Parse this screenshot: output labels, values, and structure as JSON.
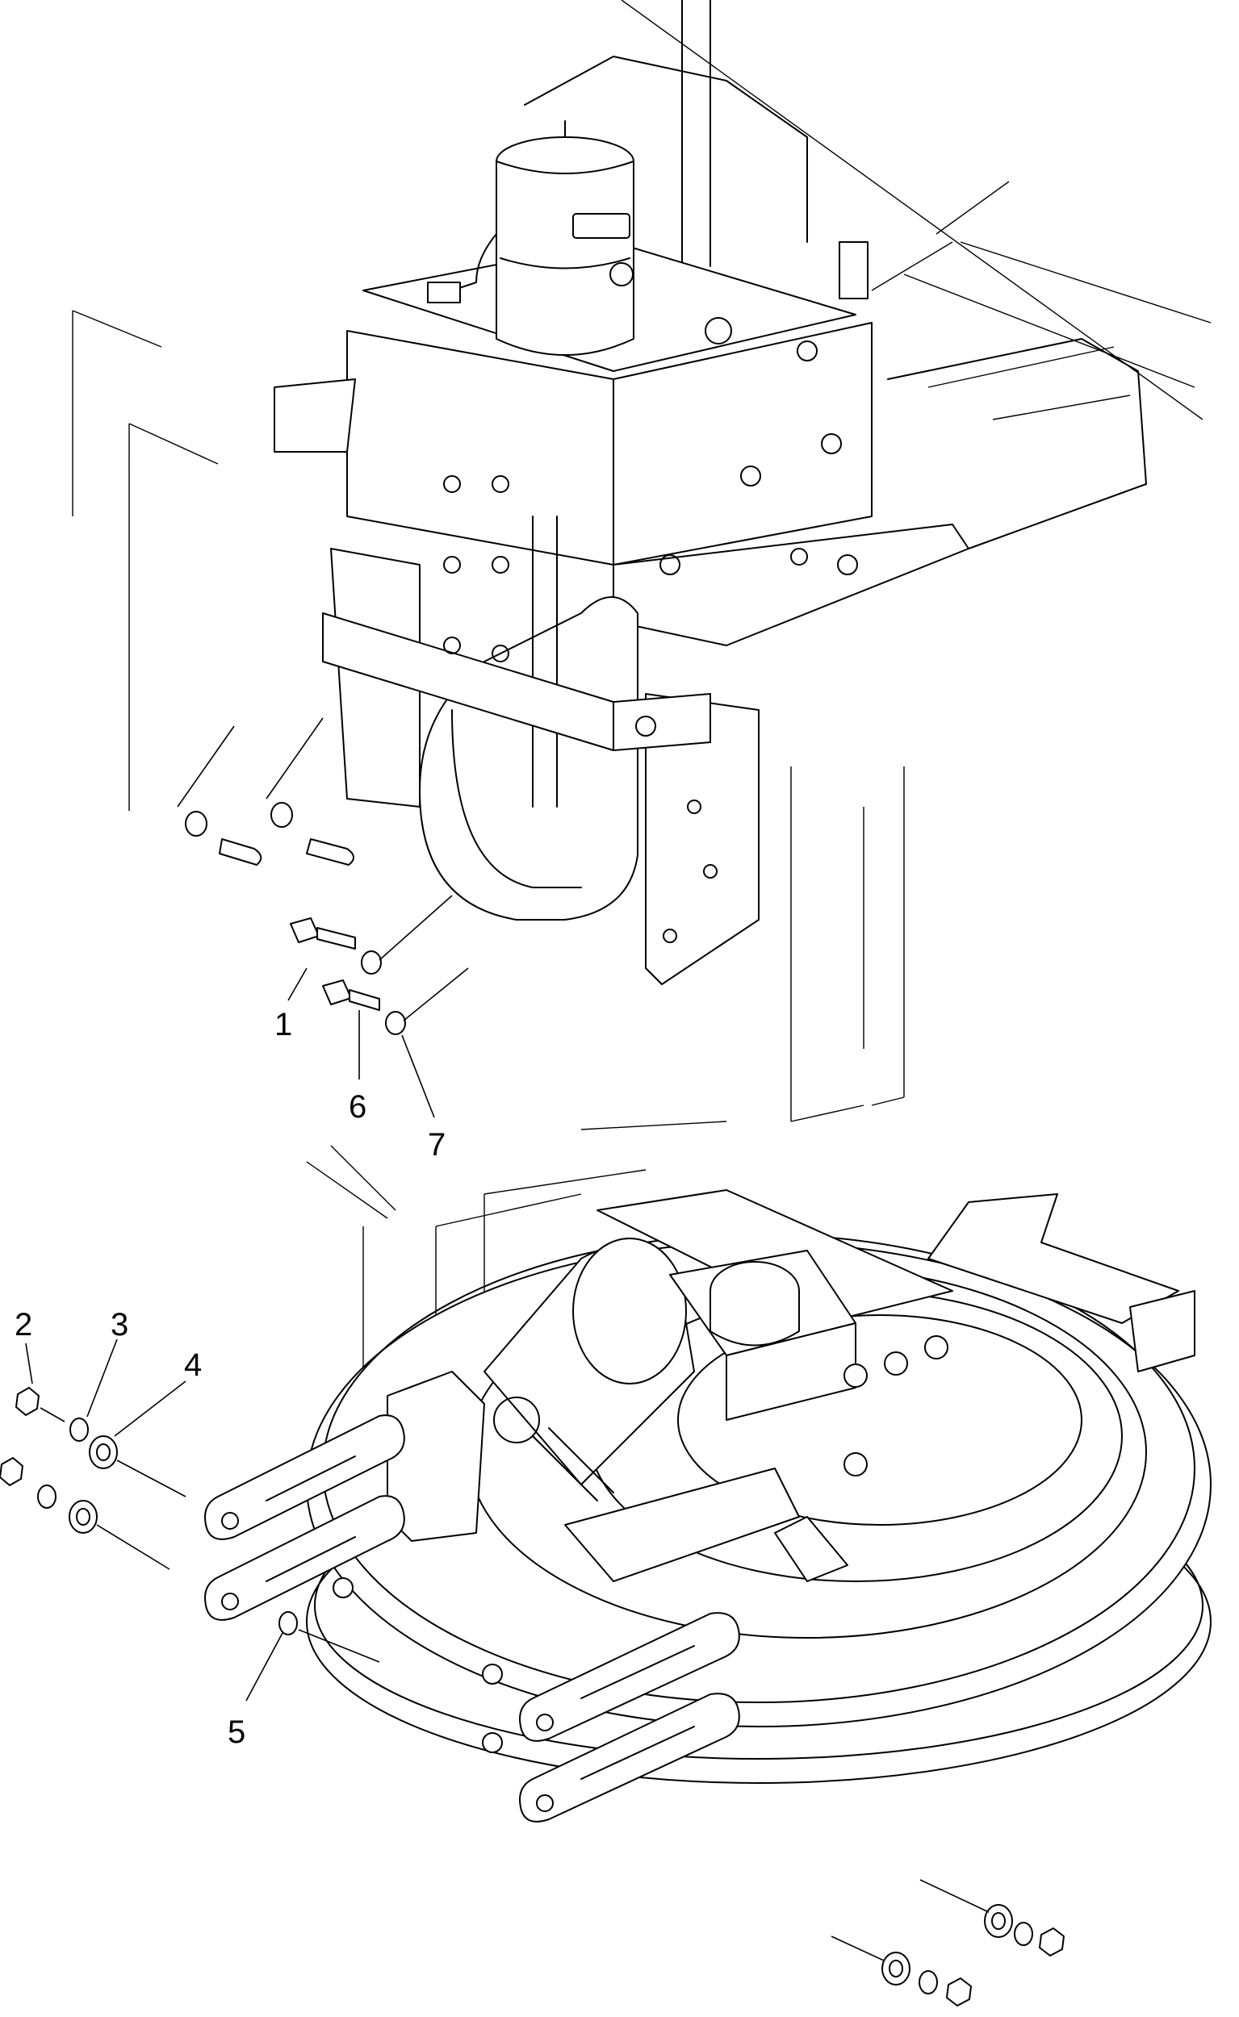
{
  "callouts": [
    "1",
    "2",
    "3",
    "4",
    "5",
    "6",
    "7"
  ],
  "colors": {
    "line": "#000000",
    "background": "#ffffff"
  }
}
